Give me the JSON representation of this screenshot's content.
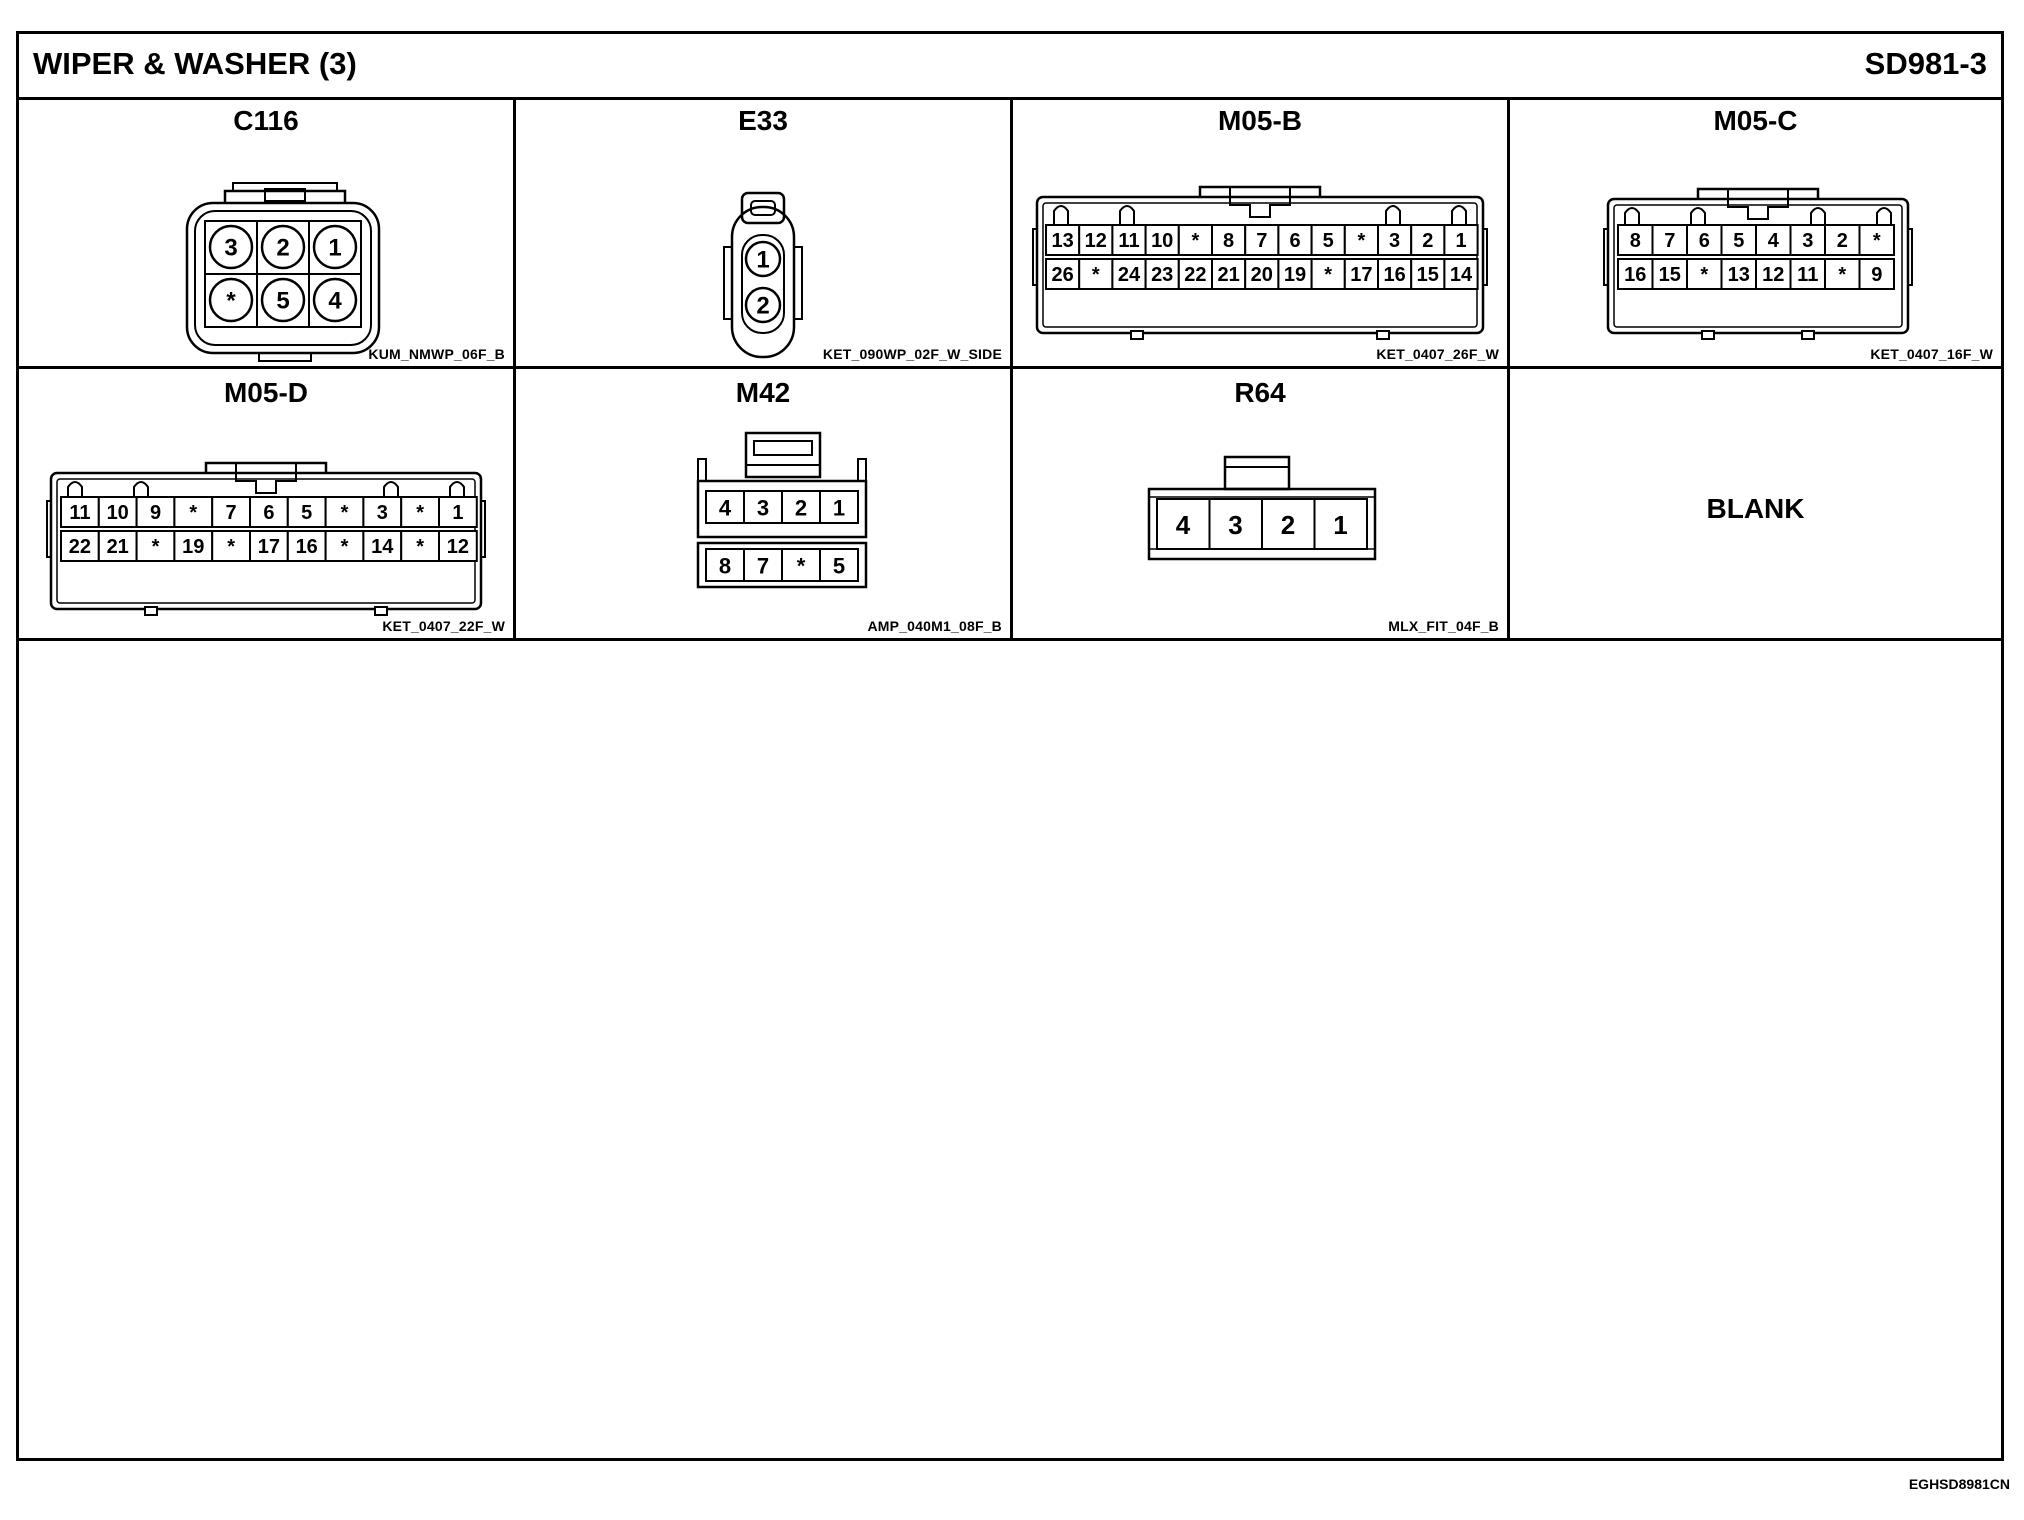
{
  "header": {
    "title": "WIPER & WASHER (3)",
    "sheet_code": "SD981-3"
  },
  "footer": {
    "code": "EGHSD8981CN"
  },
  "connectors": [
    {
      "name": "C116",
      "part": "KUM_NMWP_06F_B",
      "rows": [
        [
          "3",
          "2",
          "1"
        ],
        [
          "*",
          "5",
          "4"
        ]
      ]
    },
    {
      "name": "E33",
      "part": "KET_090WP_02F_W_SIDE",
      "rows": [
        [
          "1"
        ],
        [
          "2"
        ]
      ]
    },
    {
      "name": "M05-B",
      "part": "KET_0407_26F_W",
      "rows": [
        [
          "13",
          "12",
          "11",
          "10",
          "*",
          "8",
          "7",
          "6",
          "5",
          "*",
          "3",
          "2",
          "1"
        ],
        [
          "26",
          "*",
          "24",
          "23",
          "22",
          "21",
          "20",
          "19",
          "*",
          "17",
          "16",
          "15",
          "14"
        ]
      ]
    },
    {
      "name": "M05-C",
      "part": "KET_0407_16F_W",
      "rows": [
        [
          "8",
          "7",
          "6",
          "5",
          "4",
          "3",
          "2",
          "*"
        ],
        [
          "16",
          "15",
          "*",
          "13",
          "12",
          "11",
          "*",
          "9"
        ]
      ]
    },
    {
      "name": "M05-D",
      "part": "KET_0407_22F_W",
      "rows": [
        [
          "11",
          "10",
          "9",
          "*",
          "7",
          "6",
          "5",
          "*",
          "3",
          "*",
          "1"
        ],
        [
          "22",
          "21",
          "*",
          "19",
          "*",
          "17",
          "16",
          "*",
          "14",
          "*",
          "12"
        ]
      ]
    },
    {
      "name": "M42",
      "part": "AMP_040M1_08F_B",
      "rows": [
        [
          "4",
          "3",
          "2",
          "1"
        ],
        [
          "8",
          "7",
          "*",
          "5"
        ]
      ]
    },
    {
      "name": "R64",
      "part": "MLX_FIT_04F_B",
      "rows": [
        [
          "4",
          "3",
          "2",
          "1"
        ]
      ]
    },
    {
      "name": "",
      "part": "",
      "blank_label": "BLANK",
      "rows": []
    }
  ]
}
